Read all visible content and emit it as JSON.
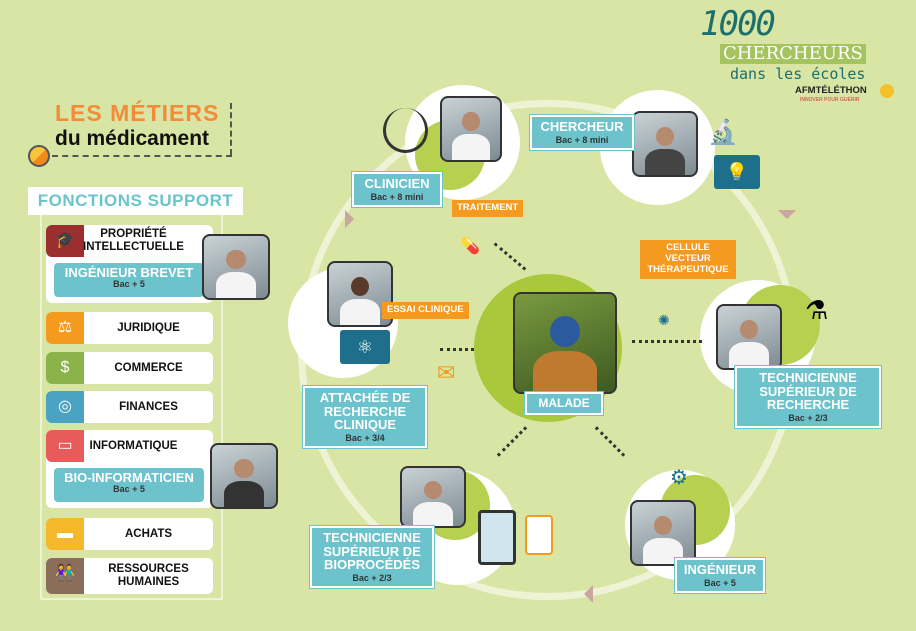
{
  "header": {
    "title_line1": "LES MÉTIERS",
    "title_line2": "du médicament"
  },
  "logo": {
    "number": "1000",
    "line1": "CHERCHEURS",
    "line2": "dans les écoles",
    "brand": "AFMTÉLÉTHON",
    "tagline": "INNOVER POUR GUÉRIR"
  },
  "support": {
    "heading": "FONCTIONS SUPPORT",
    "items": [
      {
        "label": "PROPRIÉTÉ INTELLECTUELLE",
        "icon": "certificate-icon",
        "color": "#9b2f2f",
        "job": "INGÉNIEUR BREVET",
        "level": "Bac + 5"
      },
      {
        "label": "JURIDIQUE",
        "icon": "scales-icon",
        "color": "#f39a1f"
      },
      {
        "label": "COMMERCE",
        "icon": "money-hand-icon",
        "color": "#8ab34a"
      },
      {
        "label": "FINANCES",
        "icon": "coins-icon",
        "color": "#4aa3c3"
      },
      {
        "label": "INFORMATIQUE",
        "icon": "monitor-icon",
        "color": "#e85b5b",
        "job": "BIO-INFORMATICIEN",
        "level": "Bac + 5"
      },
      {
        "label": "ACHATS",
        "icon": "credit-card-icon",
        "color": "#f5b82a"
      },
      {
        "label": "RESSOURCES HUMAINES",
        "icon": "people-icon",
        "color": "#8a6d5a"
      }
    ]
  },
  "cycle": {
    "center": {
      "label": "MALADE"
    },
    "roles": [
      {
        "title": "CLINICIEN",
        "level": "Bac + 8 mini"
      },
      {
        "title": "CHERCHEUR",
        "level": "Bac + 8 mini"
      },
      {
        "title": "TECHNICIENNE SUPÉRIEUR DE RECHERCHE",
        "level": "Bac + 2/3"
      },
      {
        "title": "INGÉNIEUR",
        "level": "Bac + 5"
      },
      {
        "title": "TECHNICIENNE SUPÉRIEUR DE BIOPROCÉDÉS",
        "level": "Bac + 2/3"
      },
      {
        "title": "ATTACHÉE DE RECHERCHE CLINIQUE",
        "level": "Bac + 3/4"
      }
    ],
    "tags": [
      "TRAITEMENT",
      "ESSAI CLINIQUE",
      "CELLULE VECTEUR THÉRAPEUTIQUE"
    ]
  }
}
